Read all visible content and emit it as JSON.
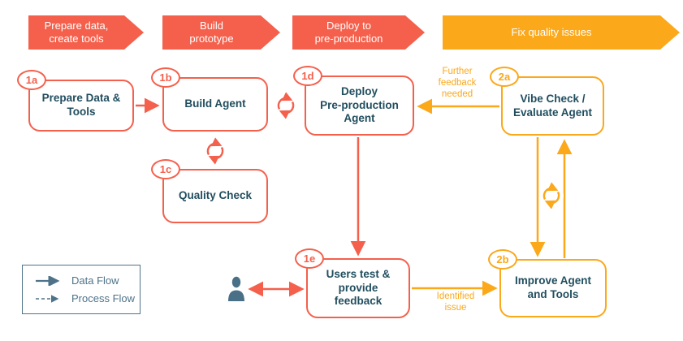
{
  "colors": {
    "red": "#F4604C",
    "orange": "#FBA81B",
    "navy": "#214E5F",
    "slate": "#4E7389",
    "person": "#4A7088",
    "background": "#FFFFFF"
  },
  "phases": [
    {
      "label": "Prepare data,\ncreate tools"
    },
    {
      "label": "Build\nprototype"
    },
    {
      "label": "Deploy to\npre-production"
    },
    {
      "label": "Fix quality issues"
    }
  ],
  "boxes": [
    {
      "badge": "1a",
      "label": "Prepare Data &\nTools"
    },
    {
      "badge": "1b",
      "label": "Build Agent"
    },
    {
      "badge": "1c",
      "label": "Quality Check"
    },
    {
      "badge": "1d",
      "label": "Deploy\nPre-production\nAgent"
    },
    {
      "badge": "1e",
      "label": "Users test &\nprovide\nfeedback"
    },
    {
      "badge": "2a",
      "label": "Vibe Check /\nEvaluate Agent"
    },
    {
      "badge": "2b",
      "label": "Improve Agent\nand Tools"
    }
  ],
  "edge_labels": {
    "further_feedback": "Further\nfeedback\nneeded",
    "identified_issue": "Identified\nissue"
  },
  "legend": {
    "items": [
      {
        "label": "Data Flow",
        "line_style": "solid"
      },
      {
        "label": "Process Flow",
        "line_style": "dashed"
      }
    ]
  },
  "icons": {
    "refresh": "↻",
    "person": "👤"
  }
}
